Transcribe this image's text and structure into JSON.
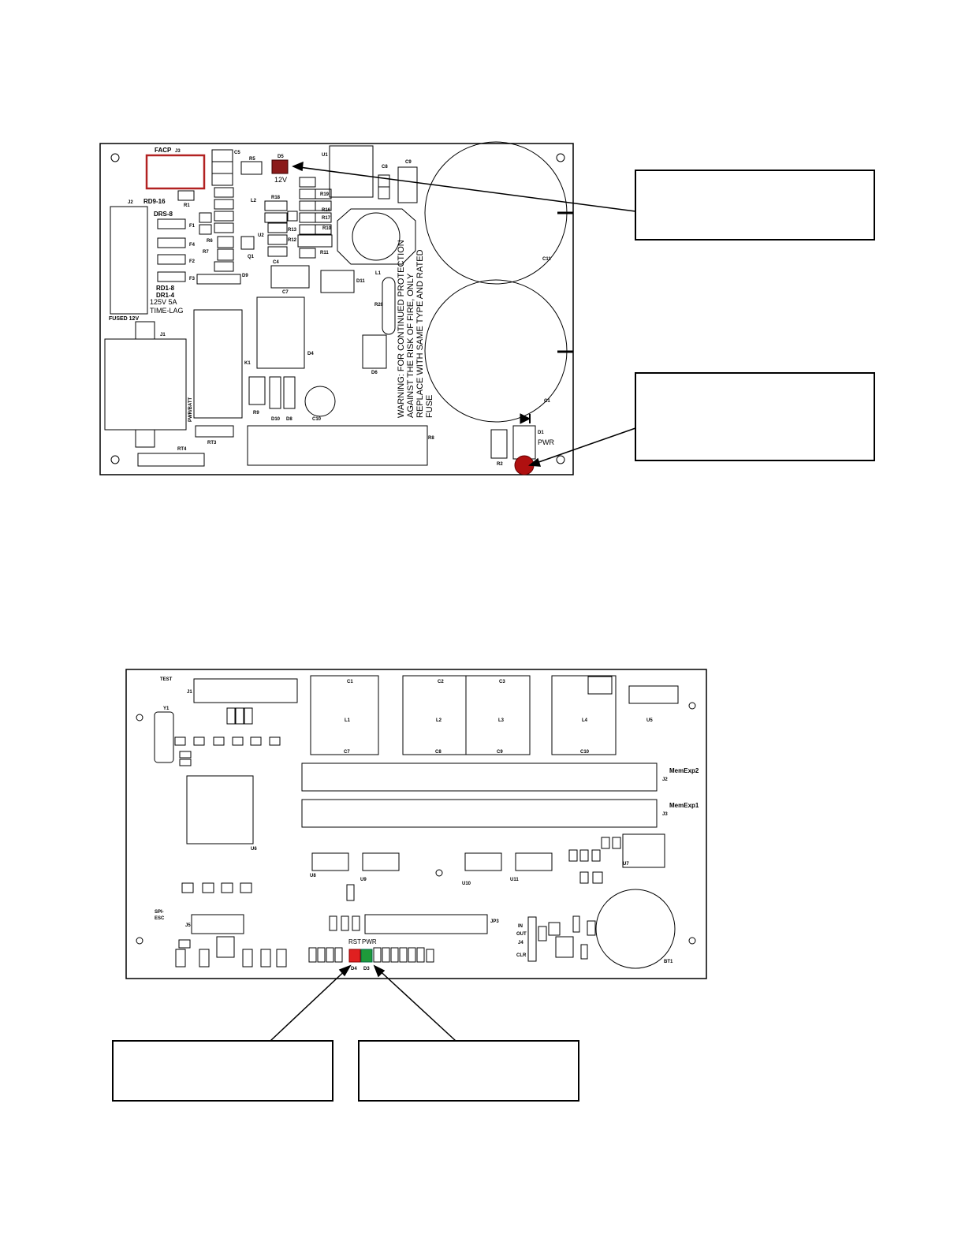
{
  "power_board": {
    "labels": {
      "facp": "FACP",
      "j3": "J3",
      "c5": "C5",
      "r5": "R5",
      "d5": "D5",
      "v12": "12V",
      "u1": "U1",
      "c9": "C9",
      "c8": "C8",
      "j2": "J2",
      "rd9_16": "RD9-16",
      "drs8": "DRS-8",
      "r1": "R1",
      "f1": "F1",
      "f4": "F4",
      "f2": "F2",
      "f3": "F3",
      "r6": "R6",
      "r7": "R7",
      "d9": "D9",
      "rd1_8": "RD1-8",
      "dr1_4": "DR1-4",
      "fuse_rating_1": "125V 5A",
      "fuse_rating_2": "TIME-LAG",
      "fused_12v": "FUSED 12V",
      "r18": "R18",
      "r19": "R19",
      "r17": "R17",
      "r16": "R16",
      "r13": "R13",
      "r12": "R12",
      "r11": "R11",
      "r10": "R10",
      "l2": "L2",
      "u2": "U2",
      "c4": "C4",
      "q1": "Q1",
      "l1": "L1",
      "d11": "D11",
      "r20": "R20",
      "c7": "C7",
      "c11": "C11",
      "c1": "C1",
      "j1": "J1",
      "k1": "K1",
      "d4": "D4",
      "d6": "D6",
      "r9": "R9",
      "d10": "D10",
      "d8": "D8",
      "c10": "C10",
      "rt3": "RT3",
      "rt4": "RT4",
      "r8": "R8",
      "pwr_batt": "PWR/BATT",
      "d1": "D1",
      "pwr": "PWR",
      "r2": "R2",
      "warning_1": "WARNING: FOR CONTINUED PROTECTION",
      "warning_2": "AGAINST THE RISK OF FIRE, ONLY",
      "warning_3": "REPLACE WITH SAME TYPE AND RATED",
      "warning_4": "FUSE"
    },
    "callouts": [
      "",
      ""
    ]
  },
  "cpu_board": {
    "labels": {
      "test": "TEST",
      "j1": "J1",
      "y1": "Y1",
      "l1": "L1",
      "l2": "L2",
      "l3": "L3",
      "l4": "L4",
      "c1": "C1",
      "c2": "C2",
      "c3": "C3",
      "c7": "C7",
      "c8": "C8",
      "c9": "C9",
      "c10": "C10",
      "memexp2": "MemExp2",
      "memexp1": "MemExp1",
      "j2": "J2",
      "j3": "J3",
      "u8": "U8",
      "u9": "U9",
      "u10": "U10",
      "u11": "U11",
      "u7": "U7",
      "u5": "U5",
      "spi_esc": "SPI-\nESC",
      "j5": "J5",
      "jp3": "JP3",
      "rst": "RST",
      "pwr": "PWR",
      "d3": "D3",
      "d4": "D4",
      "in": "IN",
      "out": "OUT",
      "clr": "CLR",
      "j4": "J4",
      "bt1": "BT1",
      "u6": "U6"
    },
    "callouts": [
      "",
      ""
    ]
  },
  "colors": {
    "line": "#000000",
    "fuse_outline": "#b22222",
    "d5_led": "#8b1a1a",
    "d1_led": "#b01010",
    "rst_led": "#e02020",
    "pwr_led": "#1f9a3a"
  }
}
